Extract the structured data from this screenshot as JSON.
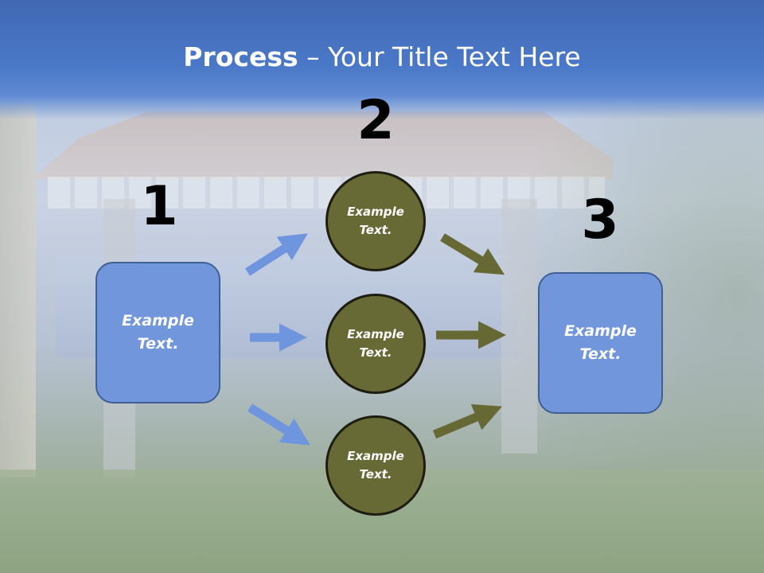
{
  "title": {
    "bold": "Process",
    "rest": " – Your Title Text Here"
  },
  "steps": {
    "one": "1",
    "two": "2",
    "three": "3"
  },
  "left_box": {
    "line1": "Example",
    "line2": "Text."
  },
  "right_box": {
    "line1": "Example",
    "line2": "Text."
  },
  "circles": [
    {
      "line1": "Example",
      "line2": "Text."
    },
    {
      "line1": "Example",
      "line2": "Text."
    },
    {
      "line1": "Example",
      "line2": "Text."
    }
  ],
  "colors": {
    "title_band": "#4a78c8",
    "box_fill": "#7196dc",
    "circle_fill": "#686a35",
    "arrow_blue": "#6e95de",
    "arrow_olive": "#676934"
  }
}
